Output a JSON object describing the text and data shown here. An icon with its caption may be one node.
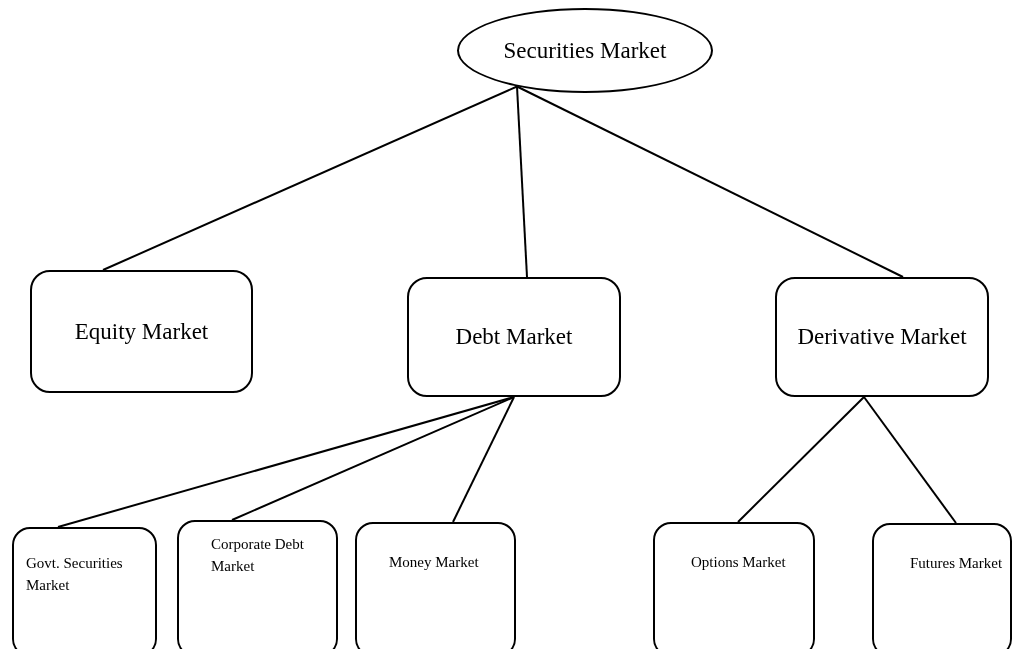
{
  "diagram": {
    "nodes": [
      {
        "text": [
          "Securities Market"
        ]
      },
      {
        "text": [
          "Equity Market"
        ]
      },
      {
        "text": [
          "Debt Market"
        ]
      },
      {
        "text": [
          "Derivative Market"
        ]
      },
      {
        "text": [
          "Govt. Securities Market"
        ]
      },
      {
        "text": [
          "Corporate Debt Market"
        ]
      },
      {
        "text": [
          "Money Market"
        ]
      },
      {
        "text": [
          "Options Market"
        ]
      },
      {
        "text": [
          "Futures Market"
        ]
      }
    ],
    "edges": [
      {
        "from": 0,
        "to": 1,
        "arrow": "none"
      },
      {
        "from": 0,
        "to": 2,
        "arrow": "none"
      },
      {
        "from": 0,
        "to": 3,
        "arrow": "none"
      },
      {
        "from": 2,
        "to": 4,
        "arrow": "none"
      },
      {
        "from": 2,
        "to": 5,
        "arrow": "none"
      },
      {
        "from": 2,
        "to": 6,
        "arrow": "none"
      },
      {
        "from": 3,
        "to": 7,
        "arrow": "none"
      },
      {
        "from": 3,
        "to": 8,
        "arrow": "none"
      }
    ]
  }
}
